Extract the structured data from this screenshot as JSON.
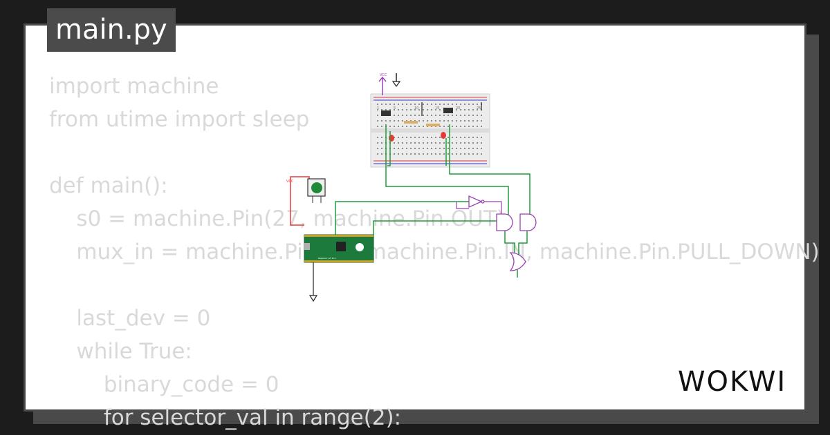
{
  "file_tab": {
    "label": "main.py"
  },
  "code_lines": [
    "import machine",
    "from utime import sleep",
    "",
    "def main():",
    "    s0 = machine.Pin(27, machine.Pin.OUT)",
    "    mux_in = machine.Pin(26, machine.Pin.IN, machine.Pin.PULL_DOWN)",
    "",
    "    last_dev = 0",
    "    while True:",
    "        binary_code = 0",
    "        for selector_val in range(2):"
  ],
  "diagram": {
    "vcc_label_top": "VCC",
    "vcc_label_left": "VCC",
    "breadboard_numbers": [
      "1",
      "5",
      "10",
      "15",
      "20",
      "25"
    ],
    "pico_label": "Raspberry Pi Pico"
  },
  "brand": {
    "name": "WOKWI"
  },
  "colors": {
    "tab_bg": "#4b4b4b",
    "card_border": "#4b4b4b",
    "code_text": "#d9d9d9",
    "wire_green": "#1e9b3a",
    "wire_red": "#e53935",
    "gate_purple": "#9b3fb5",
    "board_green": "#1b7a3c"
  }
}
